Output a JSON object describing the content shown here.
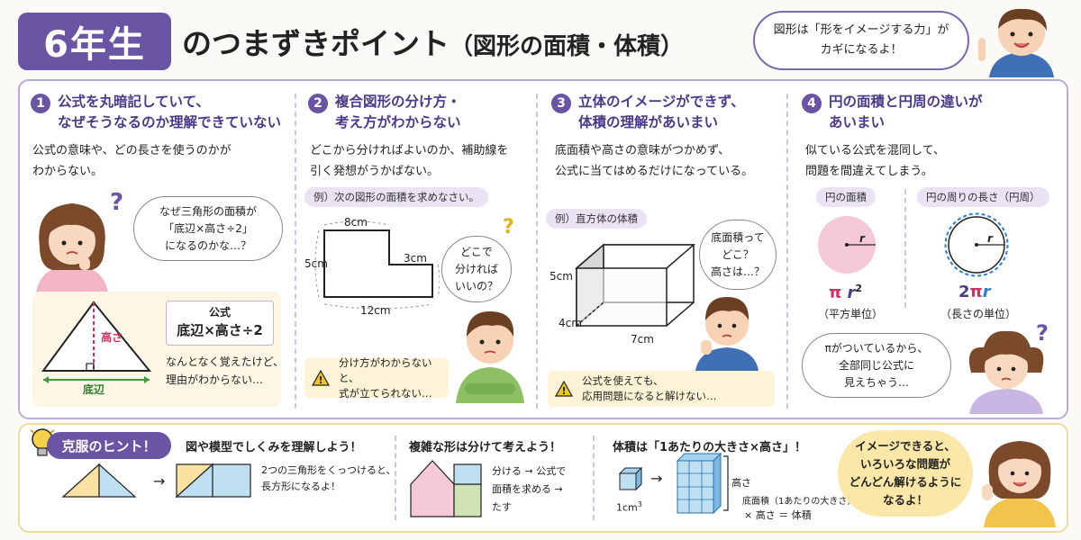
{
  "header": {
    "grade": "6年生",
    "title": "のつまずきポイント",
    "title_sub": "（図形の面積・体積）",
    "speech": "図形は「形をイメージする力」が\nカギになるよ！"
  },
  "points": [
    {
      "num": "1",
      "title": "公式を丸暗記していて、\nなぜそうなるのか理解できていない",
      "text": "公式の意味や、どの長さを使うのかが\nわからない。",
      "thought": "なぜ三角形の面積が\n「底辺×高さ÷2」\nになるのかな…？",
      "formula_label": "公式",
      "formula": "底辺×高さ÷2",
      "height_label": "高さ",
      "base_label": "底辺",
      "note": "なんとなく覚えたけど、\n理由がわからない…"
    },
    {
      "num": "2",
      "title": "複合図形の分け方・\n考え方がわからない",
      "text": "どこから分ければよいのか、補助線を\n引く発想がうかばない。",
      "example": "例）次の図形の面積を求めなさい。",
      "dims": {
        "top": "8cm",
        "left": "5cm",
        "right": "3cm",
        "bottom": "12cm"
      },
      "thought": "どこで\n分ければ\nいいの？",
      "warning": "分け方がわからないと、\n式が立てられない…"
    },
    {
      "num": "3",
      "title": "立体のイメージができず、\n体積の理解があいまい",
      "text": "底面積や高さの意味がつかめず、\n公式に当てはめるだけになっている。",
      "example": "例）直方体の体積",
      "dims": {
        "h": "5cm",
        "d": "4cm",
        "w": "7cm"
      },
      "thought": "底面積って\nどこ？\n高さは…？",
      "warning": "公式を使えても、\n応用問題になると解けない…"
    },
    {
      "num": "4",
      "title": "円の面積と円周の違いが\nあいまい",
      "text": "似ている公式を混同して、\n問題を間違えてしまう。",
      "area_label": "円の面積",
      "circ_label": "円の周りの長さ（円周）",
      "radius": "r",
      "area_formula_pi": "π",
      "area_formula_r": "r",
      "area_formula_exp": "2",
      "area_unit": "（平方単位）",
      "circ_formula_num": "2",
      "circ_formula_pi": "π",
      "circ_formula_r": "r",
      "circ_unit": "（長さの単位）",
      "thought": "πがついているから、\n全部同じ公式に\n見えちゃう…"
    }
  ],
  "hints": {
    "badge": "克服のヒント！",
    "h1_title": "図や模型でしくみを理解しよう！",
    "h1_text": "2つの三角形をくっつけると、\n長方形になるよ！",
    "h2_title": "複雑な形は分けて考えよう！",
    "h2_text": "分ける → 公式で\n面積を求める →\nたす",
    "h3_title": "体積は「1あたりの大きさ×高さ」！",
    "h3_unit": "1cm",
    "h3_unit_exp": "3",
    "h3_height": "高さ",
    "h3_base": "底面積（1あたりの大きさ）",
    "h3_eq": "× 高さ ＝ 体積",
    "cheer": "イメージできると、\nいろいろな問題が\nどんどん解けるように\nなるよ！"
  },
  "colors": {
    "accent": "#6a55a4",
    "pink": "#f6c9d6",
    "blue": "#bfe0f2",
    "yellow": "#fbe2a2",
    "green": "#cfe3b4"
  }
}
